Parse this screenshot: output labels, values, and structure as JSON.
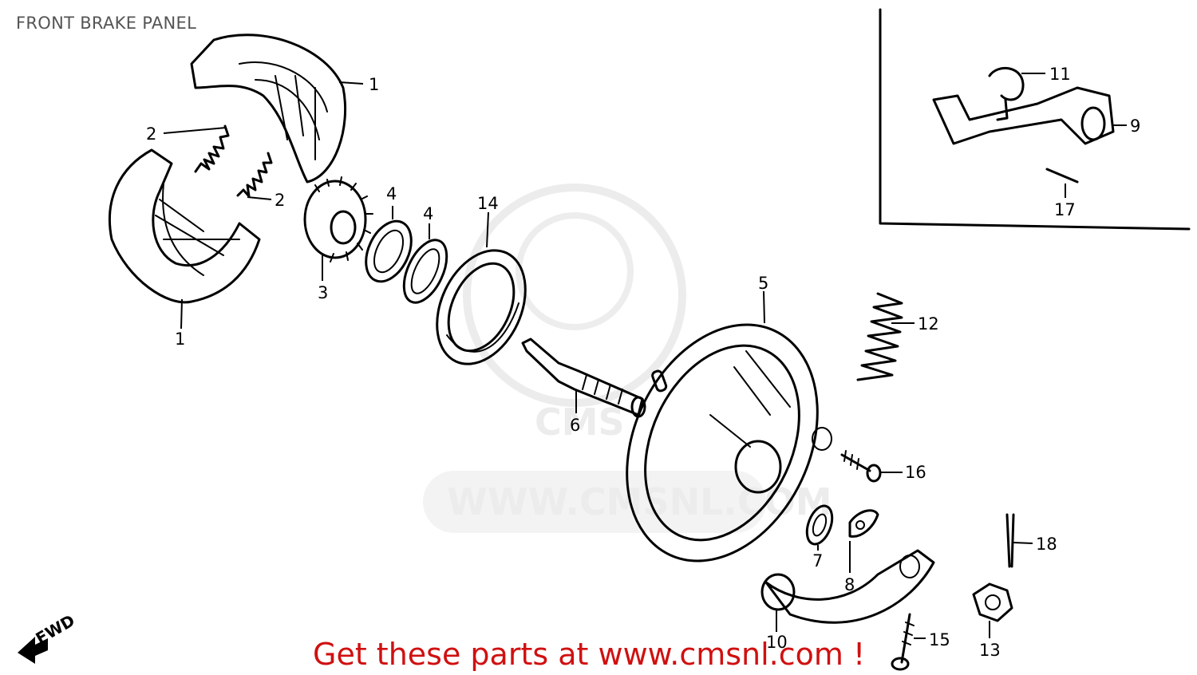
{
  "title": "FRONT BRAKE PANEL",
  "footer": {
    "text": "Get these parts at www.cmsnl.com !",
    "color": "#d01010"
  },
  "watermark": {
    "text": "WWW.CMSNL.COM",
    "logo_text": "CMS"
  },
  "fwd_label": "FWD",
  "parts": [
    {
      "id": "lbl-1a",
      "number": "1"
    },
    {
      "id": "lbl-1b",
      "number": "1"
    },
    {
      "id": "lbl-2a",
      "number": "2"
    },
    {
      "id": "lbl-2b",
      "number": "2"
    },
    {
      "id": "lbl-3",
      "number": "3"
    },
    {
      "id": "lbl-4a",
      "number": "4"
    },
    {
      "id": "lbl-4b",
      "number": "4"
    },
    {
      "id": "lbl-5",
      "number": "5"
    },
    {
      "id": "lbl-6",
      "number": "6"
    },
    {
      "id": "lbl-7",
      "number": "7"
    },
    {
      "id": "lbl-8",
      "number": "8"
    },
    {
      "id": "lbl-9",
      "number": "9"
    },
    {
      "id": "lbl-10",
      "number": "10"
    },
    {
      "id": "lbl-11",
      "number": "11"
    },
    {
      "id": "lbl-12",
      "number": "12"
    },
    {
      "id": "lbl-13",
      "number": "13"
    },
    {
      "id": "lbl-14",
      "number": "14"
    },
    {
      "id": "lbl-15",
      "number": "15"
    },
    {
      "id": "lbl-16",
      "number": "16"
    },
    {
      "id": "lbl-17",
      "number": "17"
    },
    {
      "id": "lbl-18",
      "number": "18"
    }
  ]
}
